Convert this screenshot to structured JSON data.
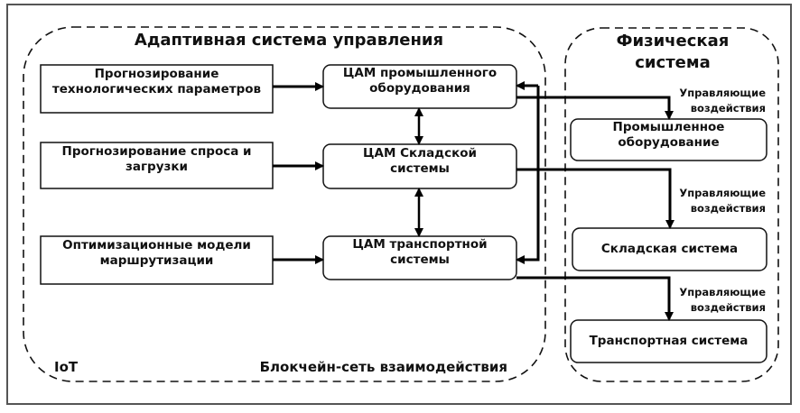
{
  "diagram": {
    "adaptive_system": {
      "title": "Адаптивная система управления",
      "footer_left": "IoT",
      "footer_right": "Блокчейн-сеть взаимодействия",
      "inputs": [
        {
          "id": "tech",
          "label": "Прогнозирование технологических параметров",
          "line1": "Прогнозирование",
          "line2": "технологических параметров"
        },
        {
          "id": "demand",
          "label": "Прогнозирование спроса и загрузки",
          "line1": "Прогнозирование спроса и",
          "line2": "загрузки"
        },
        {
          "id": "routing",
          "label": "Оптимизационные модели маршрутизации",
          "line1": "Оптимизационные модели",
          "line2": "маршрутизации"
        }
      ],
      "dtm": [
        {
          "id": "dtm-equipment",
          "line1": "ЦАМ промышленного",
          "line2": "оборудования"
        },
        {
          "id": "dtm-warehouse",
          "line1": "ЦАМ Складской",
          "line2": "системы"
        },
        {
          "id": "dtm-transport",
          "line1": "ЦАМ транспортной",
          "line2": "системы"
        }
      ]
    },
    "physical_system": {
      "title_line1": "Физическая",
      "title_line2": "система",
      "targets": [
        {
          "id": "equipment",
          "line1": "Промышленное",
          "line2": "оборудование"
        },
        {
          "id": "warehouse",
          "line1": "Складская система",
          "line2": ""
        },
        {
          "id": "transport",
          "line1": "Транспортная система",
          "line2": ""
        }
      ]
    },
    "control_label": {
      "line1": "Управляющие",
      "line2": "воздействия"
    },
    "edges": [
      {
        "from": "tech",
        "to": "dtm-equipment"
      },
      {
        "from": "demand",
        "to": "dtm-warehouse"
      },
      {
        "from": "routing",
        "to": "dtm-transport"
      },
      {
        "from": "dtm-equipment",
        "to": "dtm-warehouse",
        "bidirectional": true
      },
      {
        "from": "dtm-warehouse",
        "to": "dtm-transport",
        "bidirectional": true
      },
      {
        "from": "dtm-transport",
        "to": "dtm-equipment",
        "via": "feedback-bus"
      },
      {
        "from": "dtm-equipment",
        "to": "equipment",
        "label": "Управляющие воздействия"
      },
      {
        "from": "dtm-warehouse",
        "to": "warehouse",
        "label": "Управляющие воздействия"
      },
      {
        "from": "dtm-transport",
        "to": "transport",
        "label": "Управляющие воздействия"
      }
    ]
  }
}
